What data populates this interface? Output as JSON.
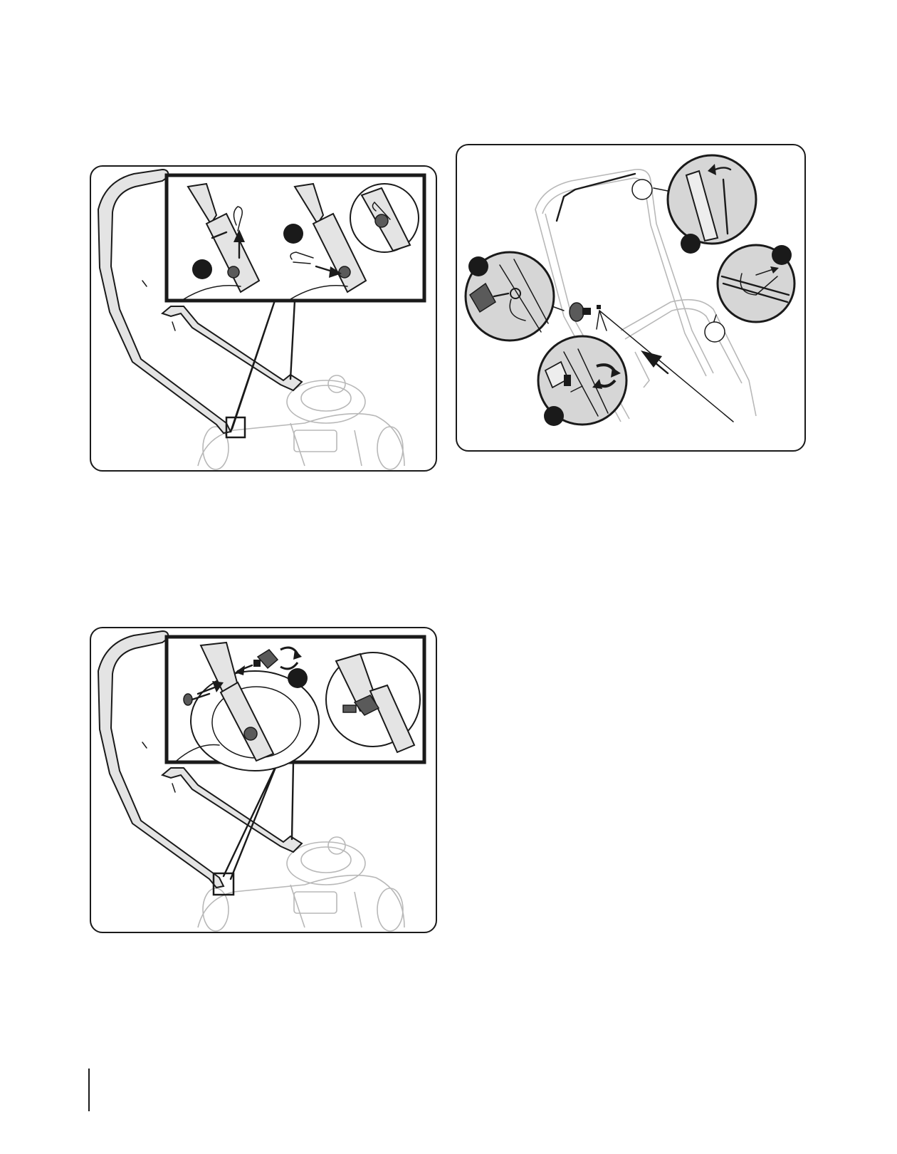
{
  "document": {
    "figures": [
      {
        "id": "figure-a",
        "step_badges": [
          "",
          ""
        ]
      },
      {
        "id": "figure-b",
        "step_badges": [
          "",
          "",
          "",
          ""
        ]
      },
      {
        "id": "figure-c",
        "step_badges": [
          ""
        ]
      }
    ],
    "icons": [
      "arrow-icon",
      "rotate-arrows-icon",
      "hairpin-clip-icon",
      "clevis-pin-icon",
      "knob-icon",
      "cable-tie-icon"
    ],
    "colors": {
      "ink": "#1a1a1a",
      "shade": "#d6d6d6",
      "ghost": "#b8b8b8"
    }
  }
}
